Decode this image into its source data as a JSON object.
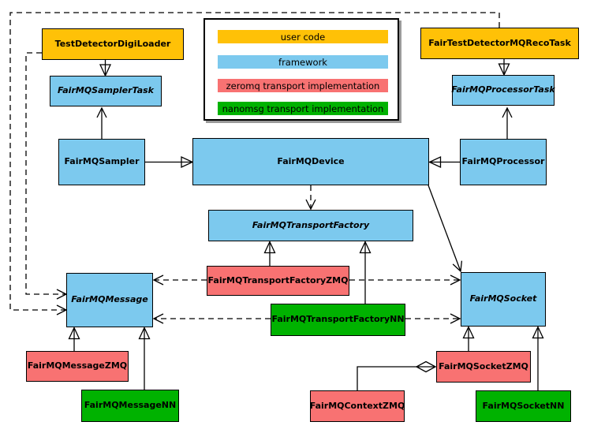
{
  "legend": {
    "items": [
      {
        "label": "user code",
        "color_key": "user_code"
      },
      {
        "label": "framework",
        "color_key": "framework"
      },
      {
        "label": "zeromq transport implementation",
        "color_key": "zeromq"
      },
      {
        "label": "nanomsg transport implementation",
        "color_key": "nanomsg"
      }
    ]
  },
  "colors": {
    "user_code": "#FFC107",
    "framework": "#7CC9EE",
    "zeromq": "#F87272",
    "nanomsg": "#00B200",
    "edge": "#000000",
    "background": "#FFFFFF"
  },
  "nodes": {
    "testDetectorDigiLoader": {
      "label": "TestDetectorDigiLoader",
      "category": "user_code",
      "abstract": false
    },
    "fairTestDetectorMQRecoTask": {
      "label": "FairTestDetectorMQRecoTask",
      "category": "user_code",
      "abstract": false
    },
    "fairMQSamplerTask": {
      "label": "FairMQSamplerTask",
      "category": "framework",
      "abstract": true
    },
    "fairMQProcessorTask": {
      "label": "FairMQProcessorTask",
      "category": "framework",
      "abstract": true
    },
    "fairMQSampler": {
      "label": "FairMQSampler",
      "category": "framework",
      "abstract": false
    },
    "fairMQDevice": {
      "label": "FairMQDevice",
      "category": "framework",
      "abstract": false
    },
    "fairMQProcessor": {
      "label": "FairMQProcessor",
      "category": "framework",
      "abstract": false
    },
    "fairMQTransportFactory": {
      "label": "FairMQTransportFactory",
      "category": "framework",
      "abstract": true
    },
    "fairMQTransportFactoryZMQ": {
      "label": "FairMQTransportFactoryZMQ",
      "category": "zeromq",
      "abstract": false
    },
    "fairMQTransportFactoryNN": {
      "label": "FairMQTransportFactoryNN",
      "category": "nanomsg",
      "abstract": false
    },
    "fairMQMessage": {
      "label": "FairMQMessage",
      "category": "framework",
      "abstract": true
    },
    "fairMQSocket": {
      "label": "FairMQSocket",
      "category": "framework",
      "abstract": true
    },
    "fairMQMessageZMQ": {
      "label": "FairMQMessageZMQ",
      "category": "zeromq",
      "abstract": false
    },
    "fairMQMessageNN": {
      "label": "FairMQMessageNN",
      "category": "nanomsg",
      "abstract": false
    },
    "fairMQContextZMQ": {
      "label": "FairMQContextZMQ",
      "category": "zeromq",
      "abstract": false
    },
    "fairMQSocketZMQ": {
      "label": "FairMQSocketZMQ",
      "category": "zeromq",
      "abstract": false
    },
    "fairMQSocketNN": {
      "label": "FairMQSocketNN",
      "category": "nanomsg",
      "abstract": false
    }
  }
}
